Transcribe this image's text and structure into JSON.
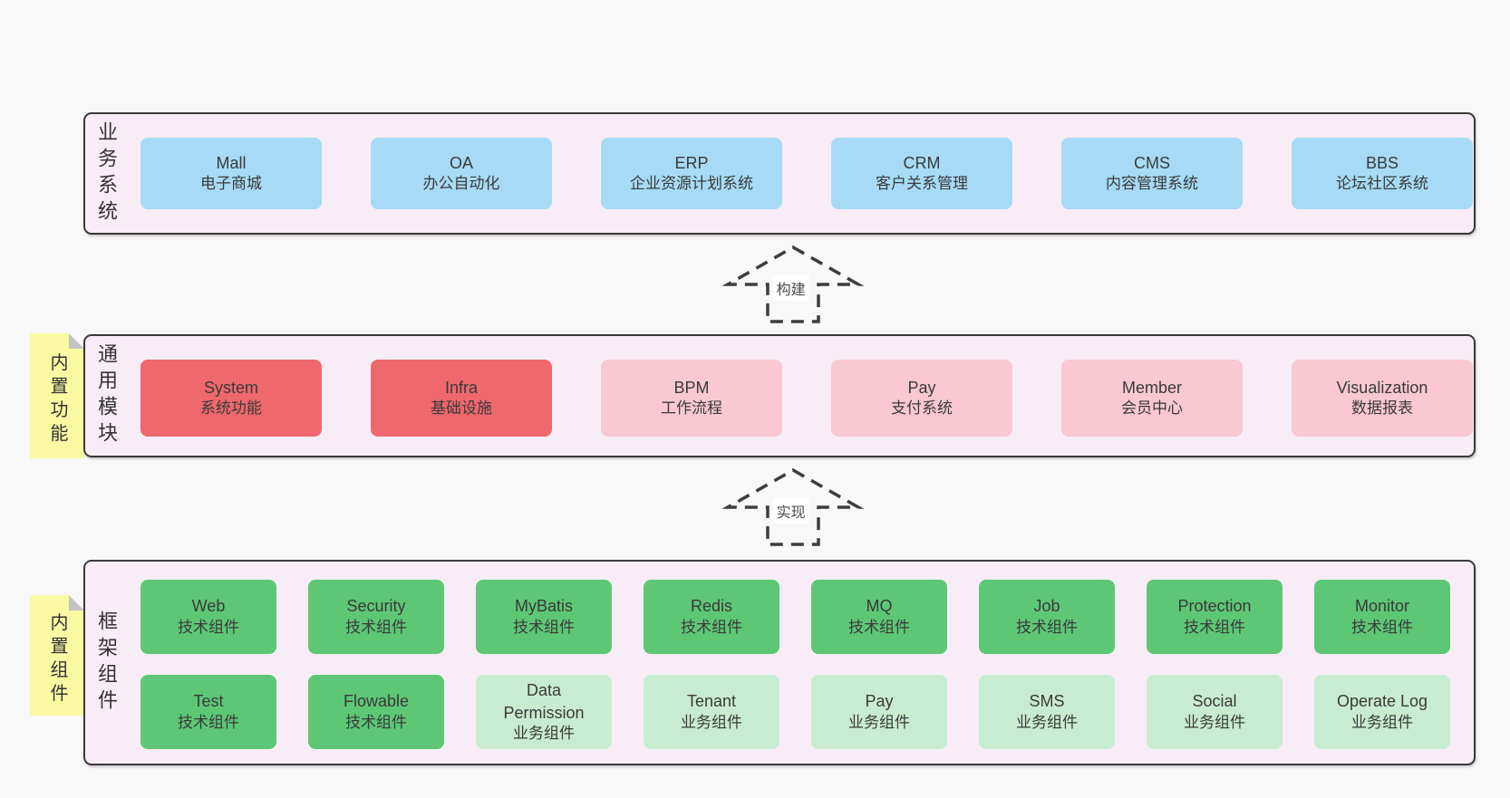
{
  "colors": {
    "page_bg": "#f8f8f8",
    "panel_bg": "#f8edf6",
    "panel_border": "#3a3a3a",
    "blue": "#a7dbf5",
    "red": "#ee686d",
    "pink": "#f9c8d2",
    "green": "#5dc776",
    "lightgreen": "#c8ecd1",
    "note_bg": "#fafaa3",
    "note_fold": "#c4c4c4",
    "text": "#3a3a3a"
  },
  "arrows": [
    {
      "label": "构建"
    },
    {
      "label": "实现"
    }
  ],
  "tiers": [
    {
      "side_label": "业务系统",
      "note": null,
      "rows": [
        [
          {
            "name": "Mall",
            "desc": "电子商城",
            "variant": "blue"
          },
          {
            "name": "OA",
            "desc": "办公自动化",
            "variant": "blue"
          },
          {
            "name": "ERP",
            "desc": "企业资源计划系统",
            "variant": "blue"
          },
          {
            "name": "CRM",
            "desc": "客户关系管理",
            "variant": "blue"
          },
          {
            "name": "CMS",
            "desc": "内容管理系统",
            "variant": "blue"
          },
          {
            "name": "BBS",
            "desc": "论坛社区系统",
            "variant": "blue"
          }
        ]
      ]
    },
    {
      "side_label": "通用模块",
      "note": "内置功能",
      "rows": [
        [
          {
            "name": "System",
            "desc": "系统功能",
            "variant": "red"
          },
          {
            "name": "Infra",
            "desc": "基础设施",
            "variant": "red"
          },
          {
            "name": "BPM",
            "desc": "工作流程",
            "variant": "pink"
          },
          {
            "name": "Pay",
            "desc": "支付系统",
            "variant": "pink"
          },
          {
            "name": "Member",
            "desc": "会员中心",
            "variant": "pink"
          },
          {
            "name": "Visualization",
            "desc": "数据报表",
            "variant": "pink"
          }
        ]
      ]
    },
    {
      "side_label": "框架组件",
      "note": "内置组件",
      "rows": [
        [
          {
            "name": "Web",
            "desc": "技术组件",
            "variant": "green"
          },
          {
            "name": "Security",
            "desc": "技术组件",
            "variant": "green"
          },
          {
            "name": "MyBatis",
            "desc": "技术组件",
            "variant": "green"
          },
          {
            "name": "Redis",
            "desc": "技术组件",
            "variant": "green"
          },
          {
            "name": "MQ",
            "desc": "技术组件",
            "variant": "green"
          },
          {
            "name": "Job",
            "desc": "技术组件",
            "variant": "green"
          },
          {
            "name": "Protection",
            "desc": "技术组件",
            "variant": "green"
          },
          {
            "name": "Monitor",
            "desc": "技术组件",
            "variant": "green"
          }
        ],
        [
          {
            "name": "Test",
            "desc": "技术组件",
            "variant": "green"
          },
          {
            "name": "Flowable",
            "desc": "技术组件",
            "variant": "green"
          },
          {
            "name": "Data Permission",
            "desc": "业务组件",
            "variant": "lightgreen"
          },
          {
            "name": "Tenant",
            "desc": "业务组件",
            "variant": "lightgreen"
          },
          {
            "name": "Pay",
            "desc": "业务组件",
            "variant": "lightgreen"
          },
          {
            "name": "SMS",
            "desc": "业务组件",
            "variant": "lightgreen"
          },
          {
            "name": "Social",
            "desc": "业务组件",
            "variant": "lightgreen"
          },
          {
            "name": "Operate Log",
            "desc": "业务组件",
            "variant": "lightgreen"
          }
        ]
      ]
    }
  ]
}
